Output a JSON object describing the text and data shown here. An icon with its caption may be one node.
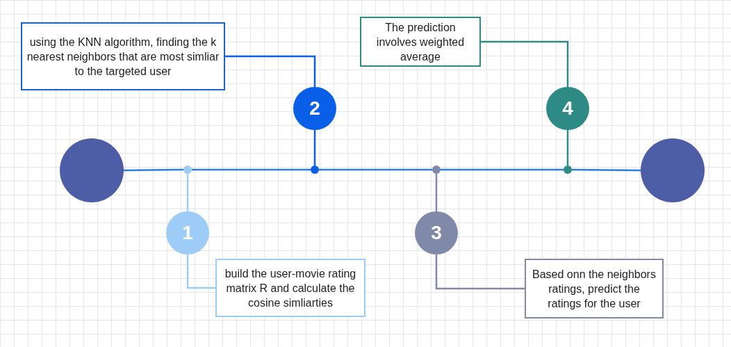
{
  "diagram": {
    "nodes": [
      {
        "text": [],
        "shape": "circle"
      },
      {
        "text": [],
        "shape": "circle"
      },
      {
        "text": [
          "1"
        ]
      },
      {
        "text": [
          "build the user-movie rating matrix R and calculate the cosine simliarties"
        ]
      },
      {
        "text": [
          "using the KNN algorithm, finding the k nearest neighbors that are most simliar to the targeted user"
        ]
      },
      {
        "text": [
          "2"
        ]
      },
      {
        "text": [],
        "shape": "circle"
      },
      {
        "text": [],
        "shape": "circle"
      },
      {
        "text": [
          "3"
        ]
      },
      {
        "text": [
          "Based onn the neighbors ratings, predict the ratings for the user"
        ]
      },
      {
        "text": [
          "The prediction involves weighted average"
        ]
      },
      {
        "text": [
          "4"
        ]
      },
      {
        "text": [],
        "shape": "circle"
      },
      {
        "text": [],
        "shape": "circle"
      }
    ],
    "edges": [
      {
        "from": 0,
        "to": 1,
        "arrow": "none",
        "color": "#2a7de1"
      },
      {
        "from": 1,
        "to": 6,
        "arrow": "none",
        "color": "#2a7de1"
      },
      {
        "from": 6,
        "to": 7,
        "arrow": "none",
        "color": "#2a7de1"
      },
      {
        "from": 7,
        "to": 12,
        "arrow": "none",
        "color": "#2a7de1"
      },
      {
        "from": 12,
        "to": 13,
        "arrow": "none",
        "color": "#2a7de1"
      },
      {
        "from": 2,
        "to": 1,
        "arrow": "none",
        "color": "#9dcdf7"
      },
      {
        "from": 2,
        "to": 3,
        "arrow": "none",
        "color": "#9dcdf7"
      },
      {
        "from": 5,
        "to": 4,
        "arrow": "none",
        "color": "#0a5fe8"
      },
      {
        "from": 5,
        "to": 6,
        "arrow": "none",
        "color": "#0a5fe8"
      },
      {
        "from": 8,
        "to": 7,
        "arrow": "none",
        "color": "#8089a8"
      },
      {
        "from": 8,
        "to": 9,
        "arrow": "none",
        "color": "#8089a8"
      },
      {
        "from": 11,
        "to": 10,
        "arrow": "none",
        "color": "#2e8a85"
      },
      {
        "from": 11,
        "to": 12,
        "arrow": "none",
        "color": "#2e8a85"
      }
    ]
  }
}
